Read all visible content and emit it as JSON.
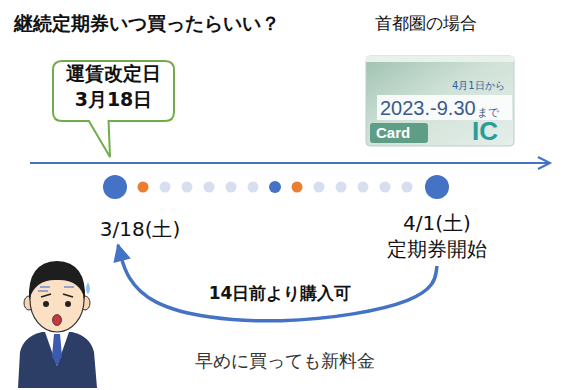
{
  "diagram": {
    "title": "継続定期券いつ買ったらいい？",
    "nodes": [
      {
        "text": [
          "運賃改定日 3月18日"
        ]
      },
      {
        "text": [
          "3/18(土)"
        ]
      },
      {
        "text": [
          "4/1(土)",
          "定期券開始"
        ]
      }
    ],
    "edges": [
      {
        "from": 2,
        "to": 1,
        "arrow": "to",
        "label": "14日前より購入可"
      }
    ],
    "labels": [
      "首都圏の場合",
      "4月1日から",
      "2023.-9.30",
      "まで",
      "Card",
      "IC",
      "早めに買っても新料金"
    ]
  }
}
